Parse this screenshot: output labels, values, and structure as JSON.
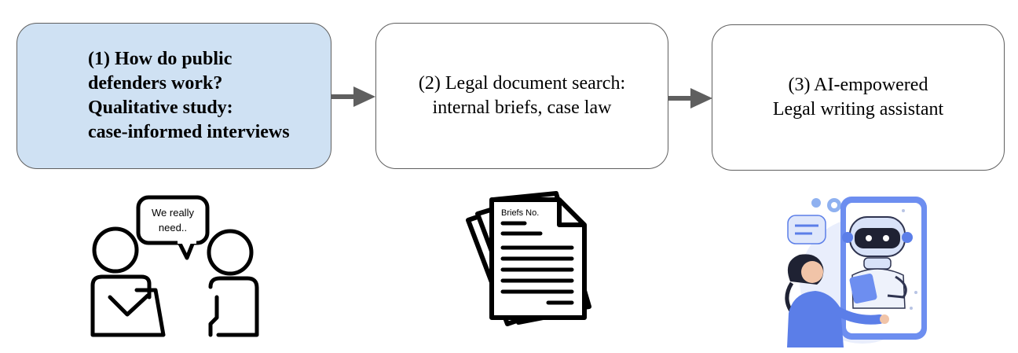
{
  "steps": [
    {
      "text": "(1) How do public\ndefenders work?\nQualitative study:\ncase-informed interviews"
    },
    {
      "text": "(2) Legal document search:\ninternal briefs, case law"
    },
    {
      "text": "(3) AI-empowered\nLegal writing assistant"
    }
  ],
  "illustrations": {
    "speech_bubble_text": "We really\nneed..",
    "document_title": "Briefs No."
  },
  "colors": {
    "highlight_fill": "#cfe1f3",
    "arrow": "#5f5f5f",
    "assistant_blue": "#5b7ee8"
  }
}
